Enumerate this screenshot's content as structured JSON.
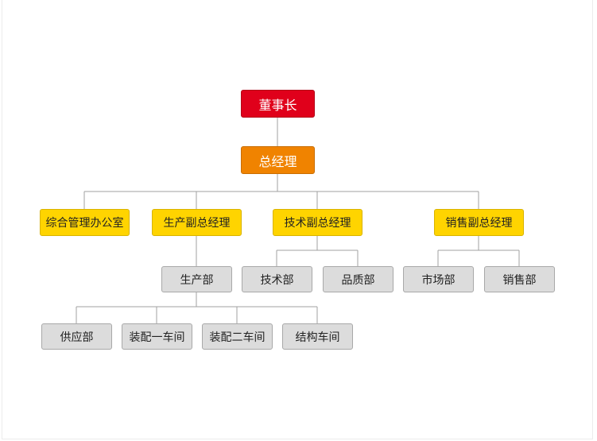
{
  "org_chart": {
    "chairman": "董事长",
    "general_manager": "总经理",
    "admin_office": "综合管理办公室",
    "production_vp": "生产副总经理",
    "tech_vp": "技术副总经理",
    "sales_vp": "销售副总经理",
    "production_dept": "生产部",
    "tech_dept": "技术部",
    "quality_dept": "品质部",
    "market_dept": "市场部",
    "sales_dept": "销售部",
    "supply_dept": "供应部",
    "assembly_1": "装配一车间",
    "assembly_2": "装配二车间",
    "structure_workshop": "结构车间"
  },
  "colors": {
    "chairman": "#e0001b",
    "general_manager": "#f08300",
    "vice_level": "#ffd400",
    "department_level": "#dcdcdc",
    "connector": "#a0a0a0"
  }
}
